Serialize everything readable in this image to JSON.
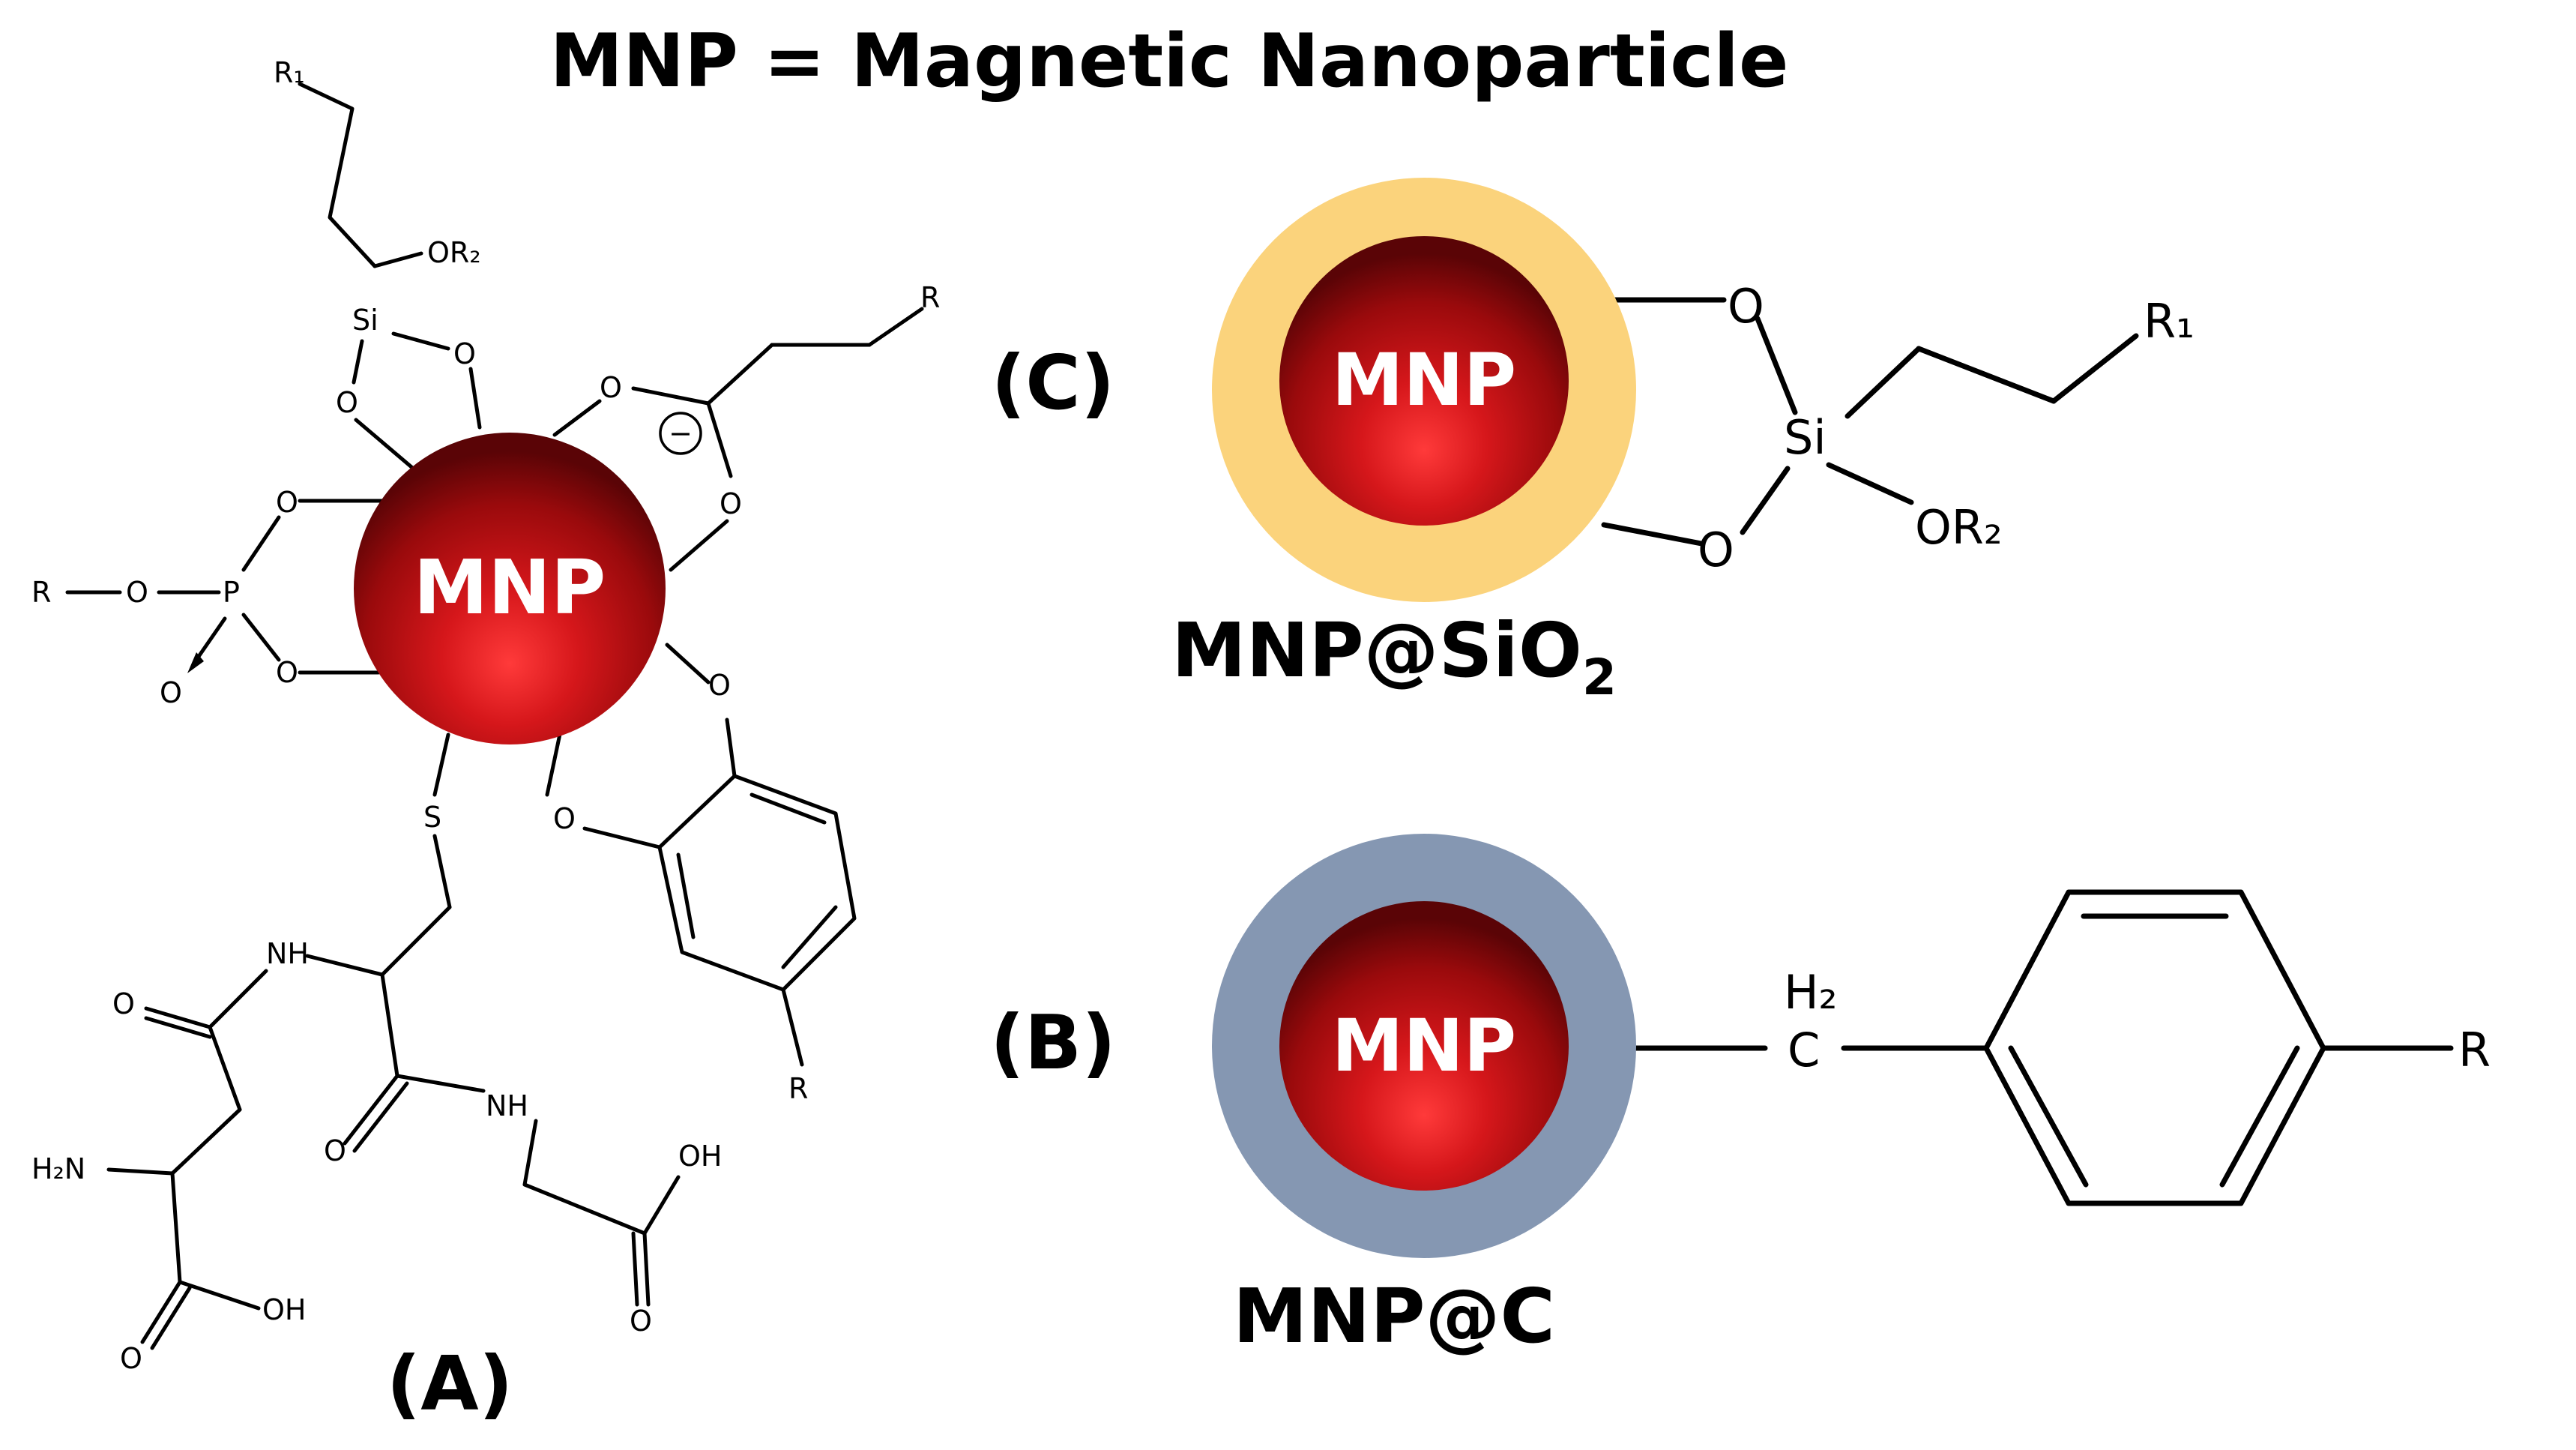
{
  "title": "MNP = Magnetic Nanoparticle",
  "particle_label": "MNP",
  "panels": {
    "A": {
      "label": "(A)",
      "atoms": {
        "r1": "R₁",
        "or2": "OR₂",
        "si": "Si",
        "o": "O",
        "r": "R",
        "p": "P",
        "p_o": "O",
        "minus": "−",
        "s": "S",
        "nh": "NH",
        "h2n": "H₂N",
        "oh": "OH"
      }
    },
    "B": {
      "label": "(B)",
      "name": "MNP@C",
      "atoms": {
        "h2": "H₂",
        "c": "C",
        "r": "R"
      }
    },
    "C": {
      "label": "(C)",
      "name_main": "MNP@SiO",
      "name_sub": "2",
      "atoms": {
        "o": "O",
        "si": "Si",
        "r1": "R₁",
        "or2": "OR₂"
      }
    }
  },
  "colors": {
    "particle": "#b30f12",
    "silica_shell": "#fbd37c",
    "carbon_shell": "#8597b2",
    "bonds": "#000000",
    "background": "#ffffff"
  }
}
